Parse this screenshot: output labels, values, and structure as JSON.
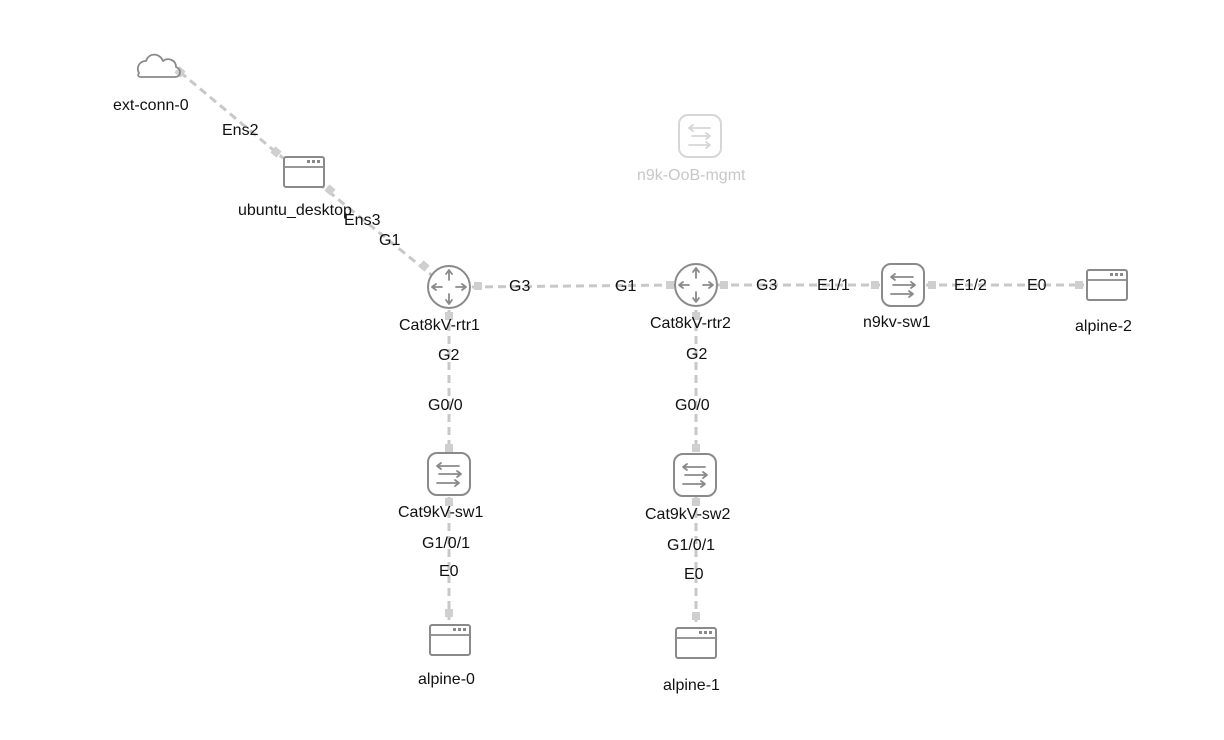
{
  "topology": {
    "nodes": {
      "ext_conn_0": {
        "label": "ext-conn-0",
        "type": "cloud-icon"
      },
      "ubuntu_desktop": {
        "label": "ubuntu_desktop",
        "type": "server-icon"
      },
      "n9k_oob_mgmt": {
        "label": "n9k-OoB-mgmt",
        "type": "switch-icon",
        "state": "inactive"
      },
      "cat8kv_rtr1": {
        "label": "Cat8kV-rtr1",
        "type": "router-icon"
      },
      "cat8kv_rtr2": {
        "label": "Cat8kV-rtr2",
        "type": "router-icon"
      },
      "n9kv_sw1": {
        "label": "n9kv-sw1",
        "type": "switch-icon"
      },
      "alpine_2": {
        "label": "alpine-2",
        "type": "server-icon"
      },
      "cat9kv_sw1": {
        "label": "Cat9kV-sw1",
        "type": "switch-icon"
      },
      "cat9kv_sw2": {
        "label": "Cat9kV-sw2",
        "type": "switch-icon"
      },
      "alpine_0": {
        "label": "alpine-0",
        "type": "server-icon"
      },
      "alpine_1": {
        "label": "alpine-1",
        "type": "server-icon"
      }
    },
    "links": {
      "ext_ubuntu": {
        "from": "ext-conn-0",
        "to": "ubuntu_desktop",
        "to_port": "Ens2"
      },
      "ubuntu_rtr1": {
        "from": "ubuntu_desktop",
        "to": "Cat8kV-rtr1",
        "from_port": "Ens3",
        "to_port": "G1"
      },
      "rtr1_rtr2": {
        "from": "Cat8kV-rtr1",
        "to": "Cat8kV-rtr2",
        "from_port": "G3",
        "to_port": "G1"
      },
      "rtr2_n9kv": {
        "from": "Cat8kV-rtr2",
        "to": "n9kv-sw1",
        "from_port": "G3",
        "to_port": "E1/1"
      },
      "n9kv_alpine2": {
        "from": "n9kv-sw1",
        "to": "alpine-2",
        "from_port": "E1/2",
        "to_port": "E0"
      },
      "rtr1_sw1": {
        "from": "Cat8kV-rtr1",
        "to": "Cat9kV-sw1",
        "from_port": "G2",
        "to_port": "G0/0"
      },
      "rtr2_sw2": {
        "from": "Cat8kV-rtr2",
        "to": "Cat9kV-sw2",
        "from_port": "G2",
        "to_port": "G0/0"
      },
      "sw1_alpine0": {
        "from": "Cat9kV-sw1",
        "to": "alpine-0",
        "from_port": "G1/0/1",
        "to_port": "E0"
      },
      "sw2_alpine1": {
        "from": "Cat9kV-sw2",
        "to": "alpine-1",
        "from_port": "G1/0/1",
        "to_port": "E0"
      }
    }
  },
  "colors": {
    "link": "#c8c8c8",
    "icon": "#8a8a8a",
    "inactive": "#d6d6d6",
    "text": "#111111"
  }
}
